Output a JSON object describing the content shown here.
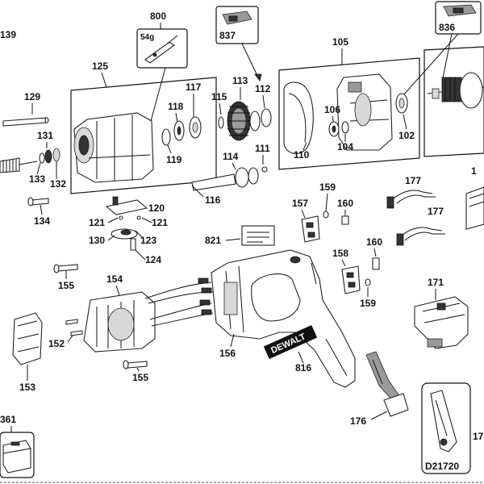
{
  "labels": {
    "p139": "139",
    "p800": "800",
    "p54g": "54g",
    "p837": "837",
    "p105": "105",
    "p836": "836",
    "p125": "125",
    "p117": "117",
    "p113": "113",
    "p112": "112",
    "p115": "115",
    "p118": "118",
    "p119": "119",
    "p106": "106",
    "p104": "104",
    "p102": "102",
    "p110": "110",
    "p114": "114",
    "p111": "111",
    "p116": "116",
    "p129": "129",
    "p131": "131",
    "p133": "133",
    "p132": "132",
    "p134": "134",
    "p120": "120",
    "p121a": "121",
    "p121b": "121",
    "p123": "123",
    "p130": "130",
    "p124": "124",
    "p157": "157",
    "p159a": "159",
    "p160a": "160",
    "p177a": "177",
    "p177b": "177",
    "p821": "821",
    "p158": "158",
    "p160b": "160",
    "p159b": "159",
    "p154": "154",
    "p155a": "155",
    "p155b": "155",
    "p152": "152",
    "p153": "153",
    "p156": "156",
    "p816": "816",
    "p171": "171",
    "p176": "176",
    "p361": "361",
    "p17": "17",
    "d21720": "D21720"
  },
  "brand_text": "DEWALT",
  "colors": {
    "ink": "#111111",
    "panel": "#ffffff",
    "accent": "#333333"
  }
}
